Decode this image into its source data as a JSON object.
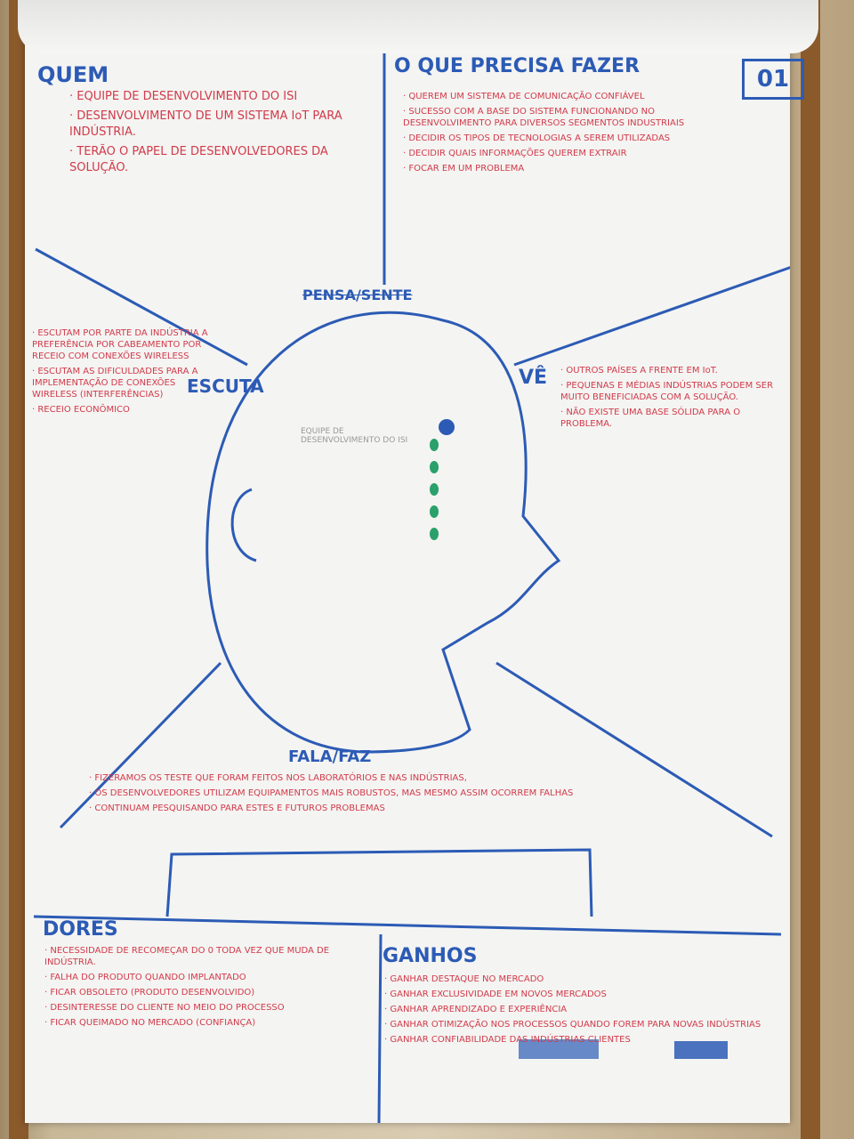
{
  "board": {
    "number": "01",
    "quem": {
      "heading": "QUEM",
      "items": [
        "· EQUIPE DE DESENVOLVIMENTO DO ISI",
        "· DESENVOLVIMENTO DE UM SISTEMA IoT PARA INDÚSTRIA.",
        "· TERÃO O PAPEL DE DESENVOLVEDORES DA SOLUÇÃO."
      ]
    },
    "precisa": {
      "heading": "O QUE PRECISA FAZER",
      "items": [
        "· QUEREM UM SISTEMA DE COMUNICAÇÃO CONFIÁVEL",
        "· SUCESSO COM A BASE DO SISTEMA FUNCIONANDO NO DESENVOLVIMENTO PARA DIVERSOS SEGMENTOS INDUSTRIAIS",
        "· DECIDIR OS TIPOS DE TECNOLOGIAS A SEREM UTILIZADAS",
        "· DECIDIR QUAIS INFORMAÇÕES QUEREM EXTRAIR",
        "· FOCAR EM UM PROBLEMA"
      ]
    },
    "pensa": {
      "heading": "PENSA/SENTE"
    },
    "escuta": {
      "heading": "ESCUTA",
      "items": [
        "· ESCUTAM POR PARTE DA INDÚSTRIA A PREFERÊNCIA POR CABEAMENTO POR RECEIO COM CONEXÕES WIRELESS",
        "· ESCUTAM AS DIFICULDADES PARA A IMPLEMENTAÇÃO DE CONEXÕES WIRELESS (INTERFERÊNCIAS)",
        "· RECEIO ECONÔMICO"
      ]
    },
    "ve": {
      "heading": "VÊ",
      "items": [
        "· OUTROS PAÍSES A FRENTE EM IoT.",
        "· PEQUENAS E MÉDIAS INDÚSTRIAS PODEM SER MUITO BENEFICIADAS COM A SOLUÇÃO.",
        "· NÃO EXISTE UMA BASE SÓLIDA PARA O PROBLEMA."
      ]
    },
    "head_text": "EQUIPE DE DESENVOLVIMENTO DO ISI",
    "fala": {
      "heading": "FALA/FAZ",
      "items": [
        "· FIZERAMOS OS TESTE QUE FORAM FEITOS NOS LABORATÓRIOS E NAS INDÚSTRIAS,",
        "· OS DESENVOLVEDORES UTILIZAM EQUIPAMENTOS MAIS ROBUSTOS, MAS MESMO ASSIM OCORREM FALHAS",
        "· CONTINUAM PESQUISANDO PARA ESTES E FUTUROS PROBLEMAS"
      ]
    },
    "dores": {
      "heading": "DORES",
      "items": [
        "· NECESSIDADE DE RECOMEÇAR DO 0 TODA VEZ QUE MUDA DE INDÚSTRIA.",
        "· FALHA DO PRODUTO QUANDO IMPLANTADO",
        "· FICAR OBSOLETO (PRODUTO DESENVOLVIDO)",
        "· DESINTERESSE DO CLIENTE NO MEIO DO PROCESSO",
        "· FICAR QUEIMADO NO MERCADO (CONFIANÇA)"
      ]
    },
    "ganhos": {
      "heading": "GANHOS",
      "items": [
        "· GANHAR DESTAQUE NO MERCADO",
        "· GANHAR EXCLUSIVIDADE EM NOVOS MERCADOS",
        "· GANHAR APRENDIZADO E EXPERIÊNCIA",
        "· GANHAR OTIMIZAÇÃO NOS PROCESSOS QUANDO FOREM PARA NOVAS INDÚSTRIAS",
        "· GANHAR CONFIABILIDADE DAS INDÚSTRIAS CLIENTES"
      ]
    }
  }
}
